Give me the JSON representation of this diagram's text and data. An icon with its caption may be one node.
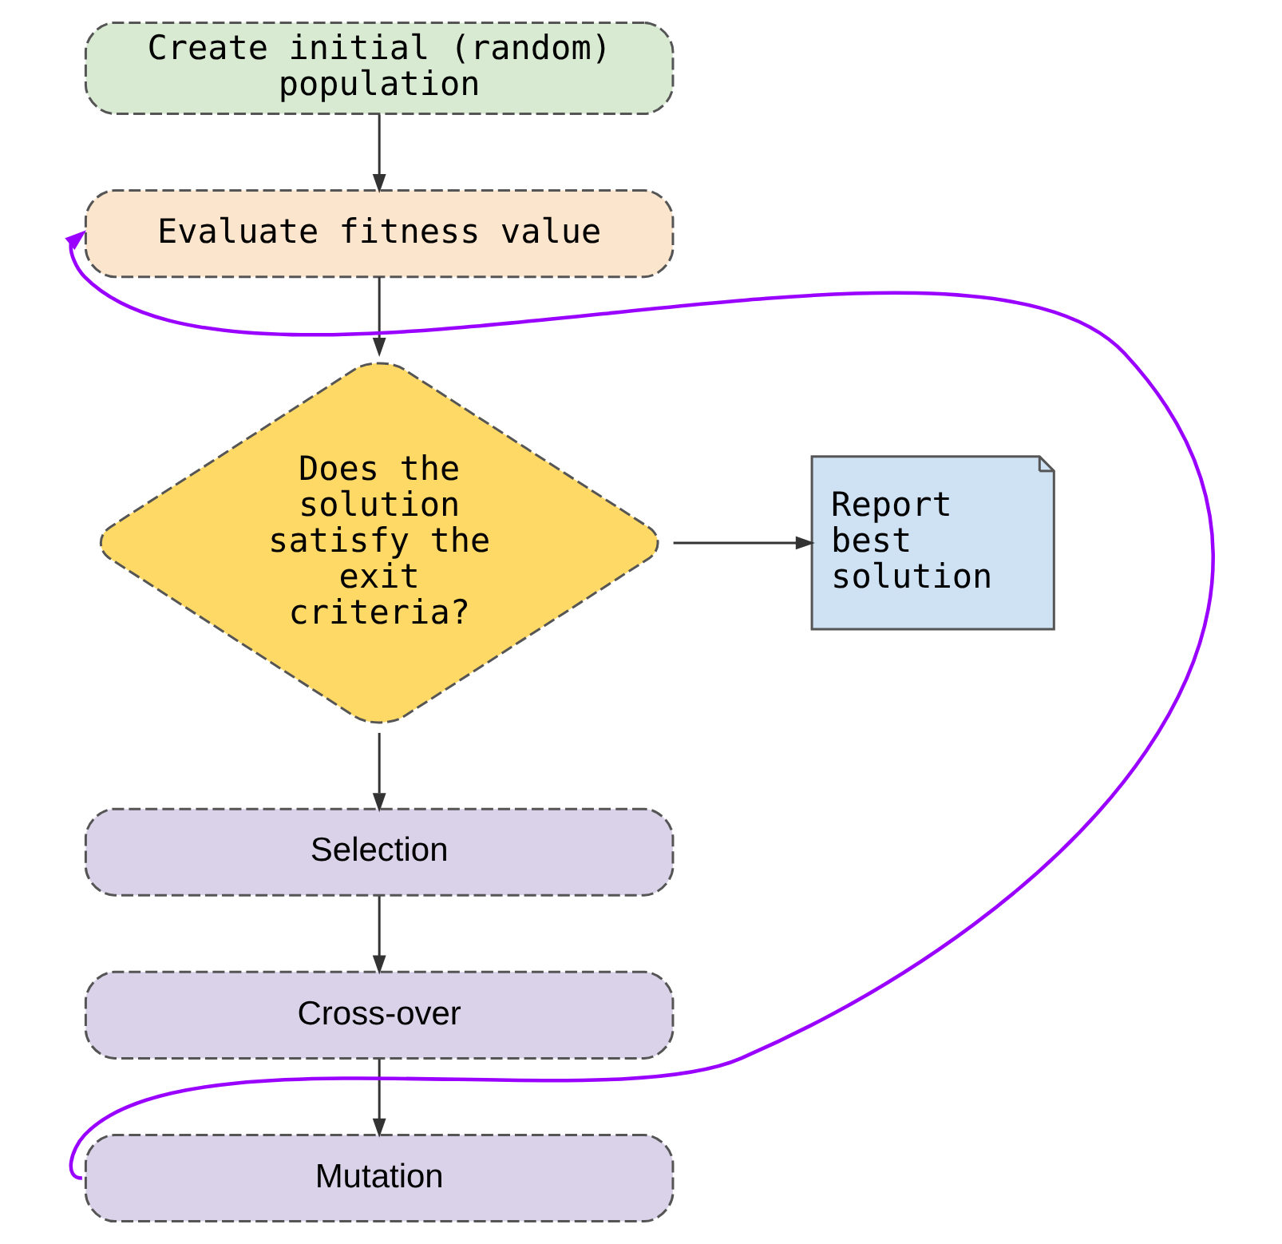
{
  "diagram": {
    "nodes": [
      {
        "text": [
          "Create initial (random) population"
        ]
      },
      {
        "text": [
          "Evaluate fitness value"
        ]
      },
      {
        "text": [
          "Does the solution satisfy the exit criteria?"
        ]
      },
      {
        "text": [
          "Report best solution"
        ]
      },
      {
        "text": [
          "Selection"
        ]
      },
      {
        "text": [
          "Cross-over"
        ]
      },
      {
        "text": [
          "Mutation"
        ]
      }
    ],
    "edges": [
      {
        "from": 0,
        "to": 1,
        "arrow": "to"
      },
      {
        "from": 1,
        "to": 2,
        "arrow": "to"
      },
      {
        "from": 2,
        "to": 3,
        "arrow": "to"
      },
      {
        "from": 2,
        "to": 4,
        "arrow": "to"
      },
      {
        "from": 4,
        "to": 5,
        "arrow": "to"
      },
      {
        "from": 5,
        "to": 6,
        "arrow": "to"
      },
      {
        "from": 6,
        "to": 1,
        "arrow": "to",
        "color": "#9900ff"
      }
    ]
  }
}
